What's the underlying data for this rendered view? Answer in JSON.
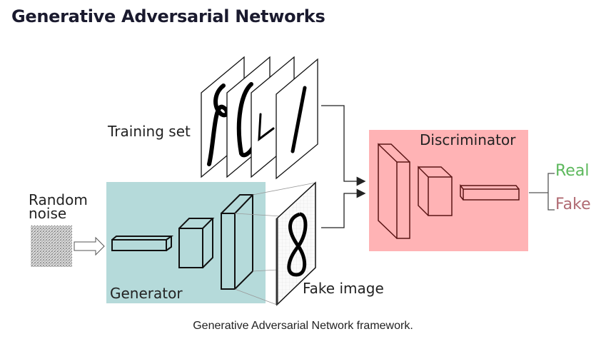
{
  "page": {
    "title": "Generative Adversarial Networks",
    "caption": "Generative Adversarial Network framework."
  },
  "diagram": {
    "labels": {
      "training_set": "Training set",
      "random_noise_line1": "Random",
      "random_noise_line2": "noise",
      "generator": "Generator",
      "fake_image": "Fake image",
      "discriminator": "Discriminator",
      "real": "Real",
      "fake": "Fake"
    },
    "colors": {
      "generator_bg": "#b5dada",
      "discriminator_bg": "#ffb3b5",
      "real_text": "#5cb85c",
      "fake_text": "#b06a72",
      "discriminator_stroke": "#5a1414"
    },
    "training_digits": [
      "8",
      "0",
      "4",
      "1"
    ],
    "fake_digit": "8"
  }
}
